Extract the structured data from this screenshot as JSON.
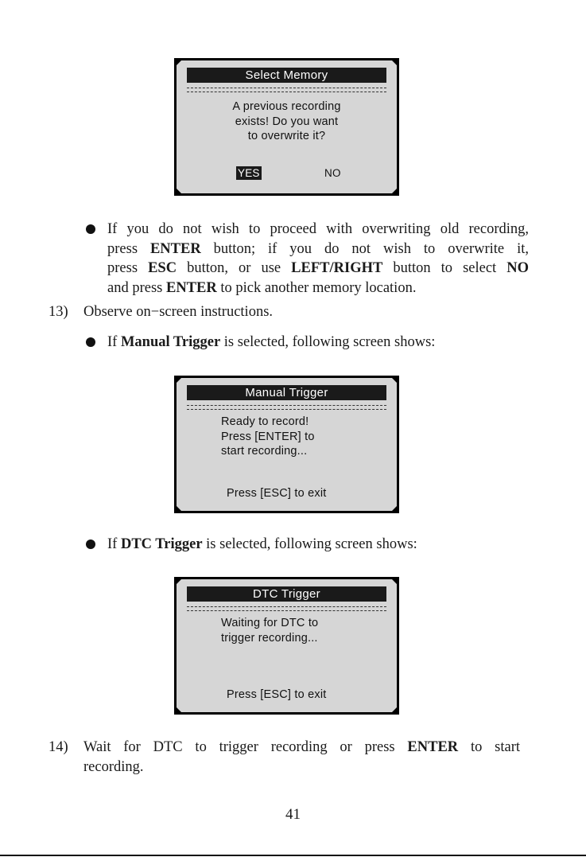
{
  "screens": {
    "select_memory": {
      "title": "Select Memory",
      "message": [
        "A previous recording",
        "exists! Do you want",
        "to overwrite it?"
      ],
      "yes": "YES",
      "no": "NO"
    },
    "manual_trigger": {
      "title": "Manual Trigger",
      "message": [
        "Ready to record!",
        "Press [ENTER] to",
        "start recording..."
      ],
      "exit": "Press [ESC] to exit"
    },
    "dtc_trigger": {
      "title": "DTC Trigger",
      "message": [
        "Waiting for DTC to",
        "trigger recording..."
      ],
      "exit": "Press [ESC] to exit"
    }
  },
  "text": {
    "bullet1": {
      "l1": "If you do not wish to proceed with overwriting old recording,",
      "l2a": "press ",
      "l2b": "ENTER",
      "l2c": " button; if you do not wish to overwrite it,",
      "l3a": "press ",
      "l3b": "ESC",
      "l3c": " button, or use ",
      "l3d": "LEFT/RIGHT",
      "l3e": " button to select ",
      "l3f": "NO",
      "l4a": "and press ",
      "l4b": "ENTER",
      "l4c": " to pick another memory location."
    },
    "step13": {
      "num": "13)",
      "text": "Observe on−screen instructions."
    },
    "bullet2": {
      "a": "If ",
      "b": "Manual Trigger",
      "c": " is selected, following screen shows:"
    },
    "bullet3": {
      "a": "If ",
      "b": "DTC Trigger",
      "c": " is selected, following screen shows:"
    },
    "step14": {
      "num": "14)",
      "l1a": "Wait for DTC to trigger recording or press ",
      "l1b": "ENTER",
      "l1c": " to start",
      "l2": "recording."
    }
  },
  "page_number": "41"
}
